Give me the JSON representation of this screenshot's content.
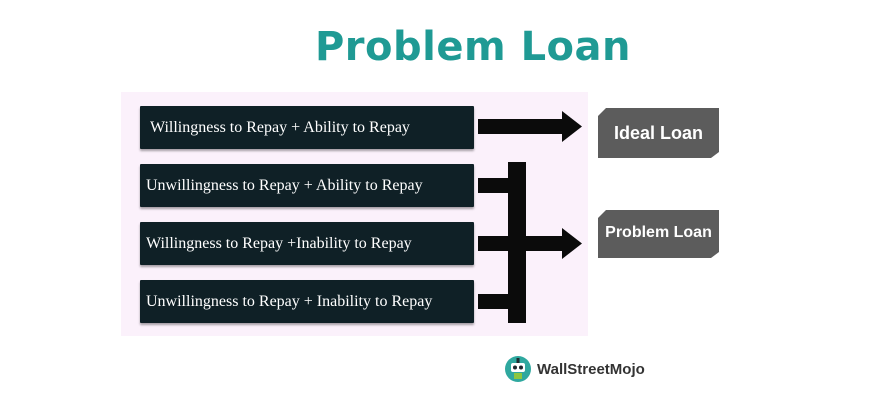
{
  "title": "Problem Loan",
  "conditions": [
    "Willingness to Repay + Ability to Repay",
    "Unwillingness to Repay + Ability to Repay",
    "Willingness to Repay +Inability to Repay",
    "Unwillingness to Repay + Inability to Repay"
  ],
  "outcomes": {
    "ideal": "Ideal Loan",
    "problem": "Problem Loan"
  },
  "brand": {
    "name": "WallStreetMojo",
    "icon": "wallstreetmojo-logo-icon"
  },
  "colors": {
    "title": "#1f9a94",
    "condition_box": "#0f2026",
    "outcome_box": "#5c5c5c",
    "panel": "#fbf1fb",
    "arrow": "#0b0b0b"
  }
}
